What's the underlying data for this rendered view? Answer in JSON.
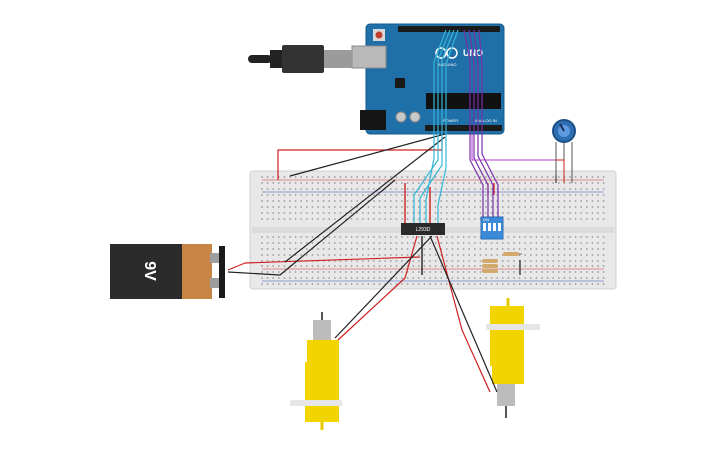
{
  "canvas": {
    "background": "#ffffff"
  },
  "arduino": {
    "board_text": "UNO",
    "brand_text": "ARDUINO",
    "power_label": "POWER",
    "analog_label": "ANALOG IN",
    "color": "#1f6fa8"
  },
  "battery": {
    "label": "9V",
    "body_color": "#2b2b2b",
    "cap_color": "#c98545"
  },
  "driver_chip": {
    "label": "L293D",
    "color": "#2a2a2a"
  },
  "dip_switch": {
    "label": "ON",
    "color": "#3a8ad8"
  },
  "breadboard": {
    "color": "#e8e8e8"
  },
  "motors": {
    "color": "#f2d500"
  },
  "potentiometer": {
    "color": "#2e6fb3"
  },
  "wire_colors": {
    "power": "#d02020",
    "ground": "#222222",
    "signal_cyan": "#35b6d6",
    "signal_purple": "#7a2ea8"
  }
}
